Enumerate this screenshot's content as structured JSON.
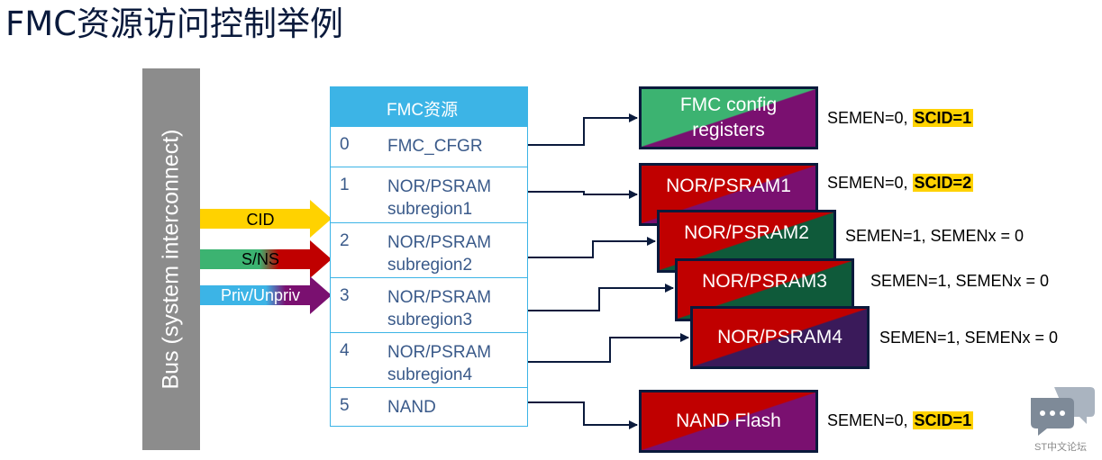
{
  "title": "FMC资源访问控制举例",
  "bus_label": "Bus (system interconnect)",
  "signals": [
    {
      "label": "CID",
      "color": "#ffd200"
    },
    {
      "label": "S/NS",
      "color": "#3cb371"
    },
    {
      "label": "Priv/Unpriv",
      "color": "#3cb4e6"
    }
  ],
  "table": {
    "header": "FMC资源",
    "rows": [
      {
        "index": "0",
        "line1": "FMC_CFGR",
        "line2": ""
      },
      {
        "index": "1",
        "line1": "NOR/PSRAM",
        "line2": "subregion1"
      },
      {
        "index": "2",
        "line1": "NOR/PSRAM",
        "line2": "subregion2"
      },
      {
        "index": "3",
        "line1": "NOR/PSRAM",
        "line2": "subregion3"
      },
      {
        "index": "4",
        "line1": "NOR/PSRAM",
        "line2": "subregion4"
      },
      {
        "index": "5",
        "line1": "NAND",
        "line2": ""
      }
    ]
  },
  "targets": [
    {
      "line1": "FMC config",
      "line2": "registers",
      "note_plain": "SEMEN=0, ",
      "note_highlight": "SCID=1"
    },
    {
      "line1": "NOR/PSRAM1",
      "line2": "",
      "note_plain": "SEMEN=0, ",
      "note_highlight": "SCID=2"
    },
    {
      "line1": "NOR/PSRAM2",
      "line2": "",
      "note_plain": "SEMEN=1,  SEMENx = 0",
      "note_highlight": ""
    },
    {
      "line1": "NOR/PSRAM3",
      "line2": "",
      "note_plain": "SEMEN=1,  SEMENx = 0",
      "note_highlight": ""
    },
    {
      "line1": "NOR/PSRAM4",
      "line2": "",
      "note_plain": "SEMEN=1, SEMENx = 0",
      "note_highlight": ""
    },
    {
      "line1": "NAND Flash",
      "line2": "",
      "note_plain": "SEMEN=0, ",
      "note_highlight": "SCID=1"
    }
  ],
  "watermark": "ST中文论坛",
  "colors": {
    "table_header": "#3cb4e6",
    "box_green": "#3cb371",
    "box_red": "#c00000",
    "box_purple": "#7a1070",
    "highlight": "#ffd200",
    "bus": "#8c8c8c"
  }
}
